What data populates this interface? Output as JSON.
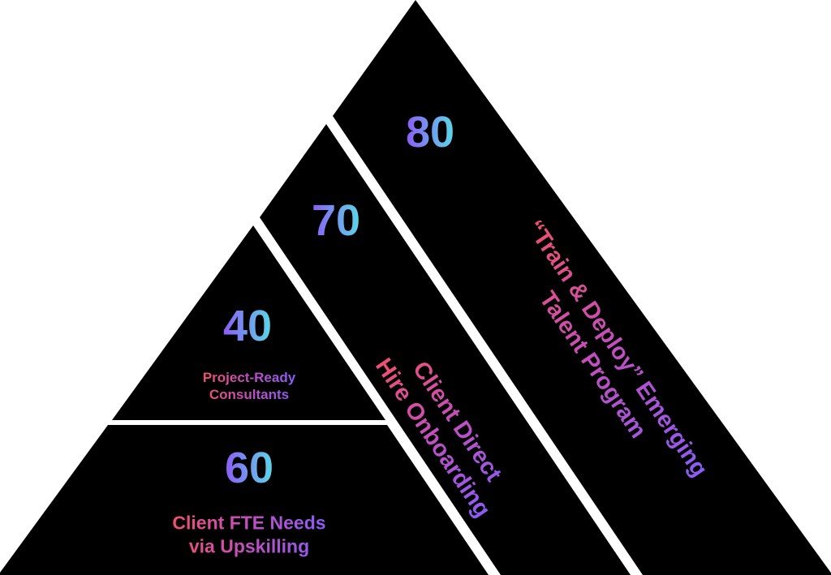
{
  "tiers": [
    {
      "id": "80",
      "value": "80",
      "label_lines": [
        "“Train & Deploy” Emerging",
        "Talent Program"
      ]
    },
    {
      "id": "70",
      "value": "70",
      "label_lines": [
        "Client Direct",
        "Hire Onboarding"
      ]
    },
    {
      "id": "40",
      "value": "40",
      "label_lines": [
        "Project-Ready",
        "Consultants"
      ]
    },
    {
      "id": "60",
      "value": "60",
      "label_lines": [
        "Client FTE Needs",
        "via Upskilling"
      ]
    }
  ],
  "colors": {
    "shape": "#000000",
    "number_gradient": [
      "#8b5cf6",
      "#5ad8e6"
    ],
    "label_gradient": [
      "#f0506e",
      "#8b5cf6"
    ]
  }
}
